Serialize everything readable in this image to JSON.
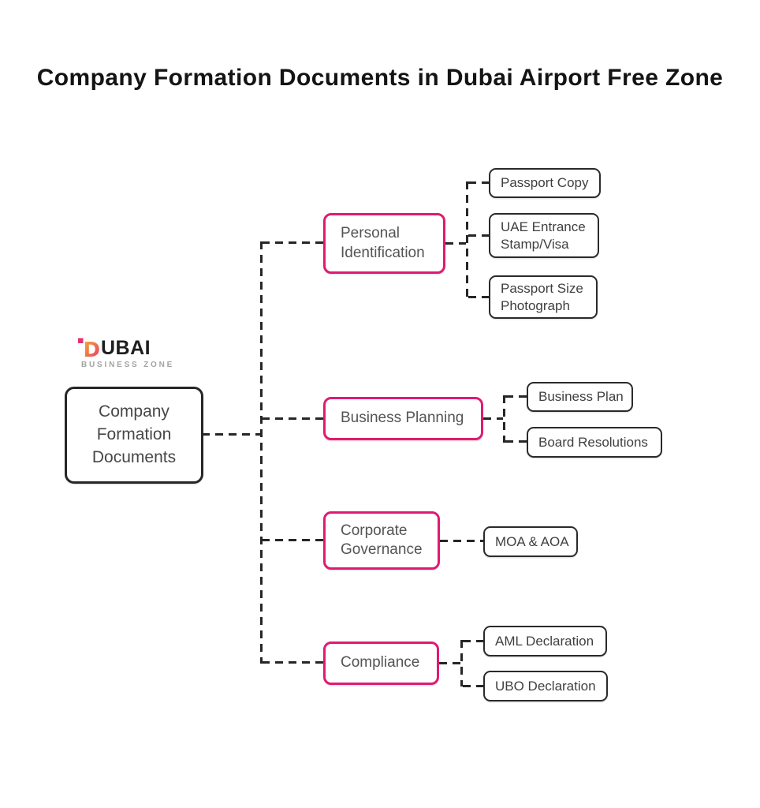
{
  "title": "Company Formation Documents in Dubai Airport Free Zone",
  "logo": {
    "brand": "DUBAI",
    "brand_first_letter": "D",
    "brand_rest": "UBAI",
    "tagline": "BUSINESS ZONE"
  },
  "colors": {
    "background": "#FFFFFF",
    "accent_pink": "#E01A73",
    "line_dark": "#262626",
    "node_text_gray": "#474747",
    "title_text": "#141414",
    "tagline_gray": "#A3A3A3",
    "logo_gradient_top": "#F9B233",
    "logo_gradient_bottom": "#E5326E"
  },
  "diagram": {
    "root": {
      "label": "Company Formation Documents"
    },
    "branches": [
      {
        "label": "Personal Identification",
        "children": [
          "Passport Copy",
          "UAE Entrance Stamp/Visa",
          "Passport Size Photograph"
        ]
      },
      {
        "label": "Business Planning",
        "children": [
          "Business Plan",
          "Board Resolutions"
        ]
      },
      {
        "label": "Corporate Governance",
        "children": [
          "MOA & AOA"
        ]
      },
      {
        "label": "Compliance",
        "children": [
          "AML Declaration",
          "UBO Declaration"
        ]
      }
    ]
  }
}
